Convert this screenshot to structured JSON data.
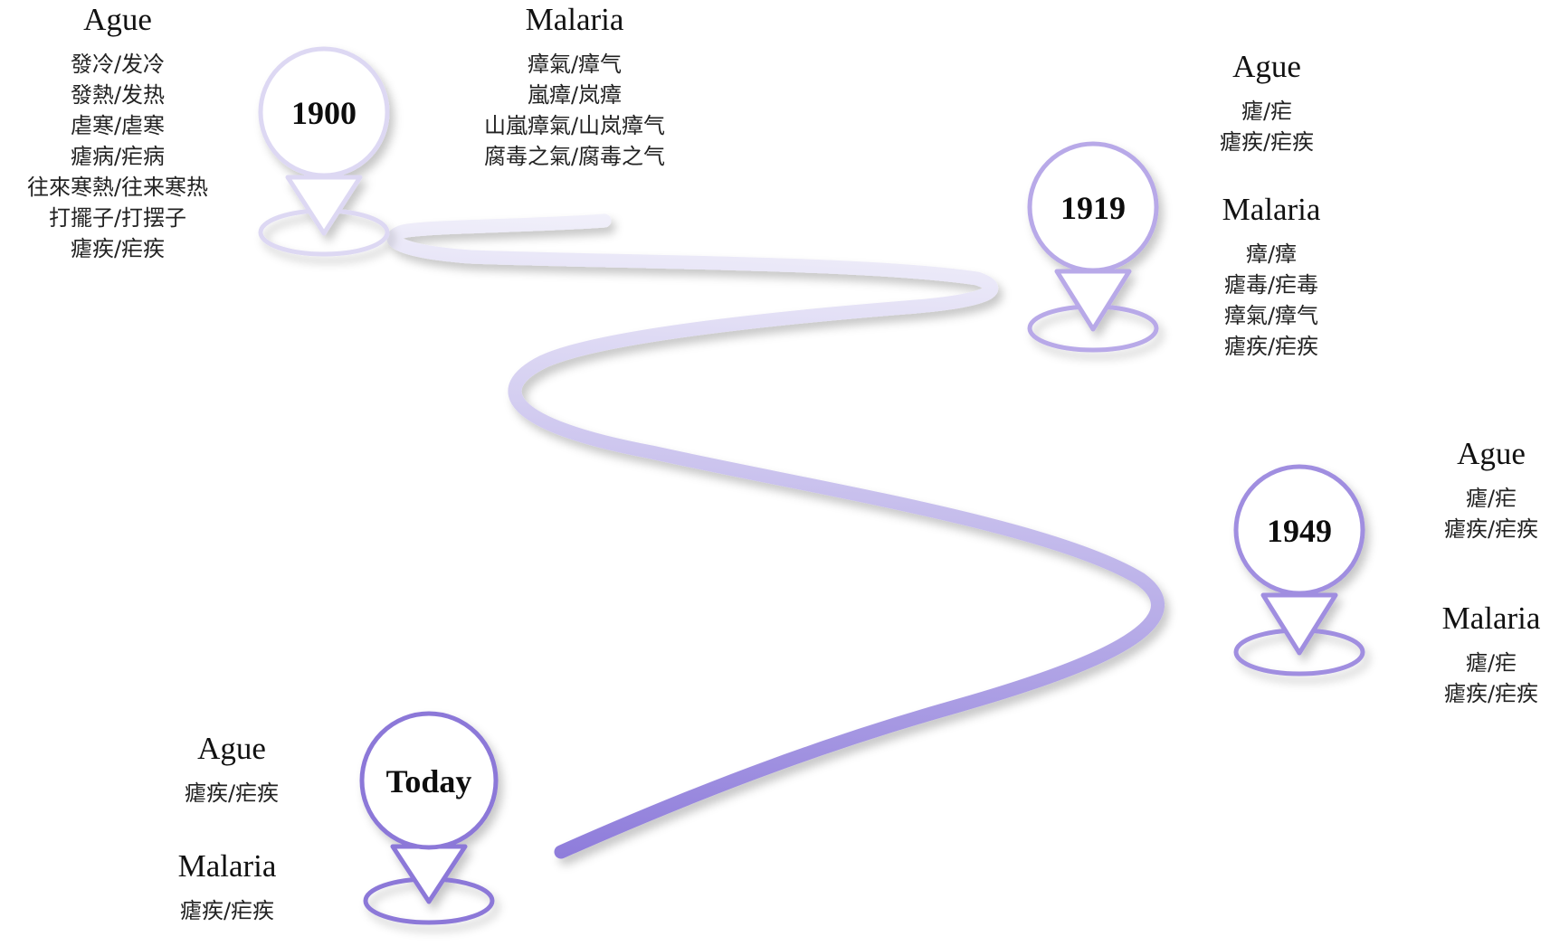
{
  "colors": {
    "path_start": "#f1f0fa",
    "path_end": "#8f7ddb",
    "marker_1900": "#ddd8f3",
    "marker_1919": "#b8a9e8",
    "marker_1949": "#a08ee0",
    "marker_today": "#8c78d8"
  },
  "markers": [
    {
      "key": "m1900",
      "label": "1900",
      "icon": "map-pin-icon"
    },
    {
      "key": "m1919",
      "label": "1919",
      "icon": "map-pin-icon"
    },
    {
      "key": "m1949",
      "label": "1949",
      "icon": "map-pin-icon"
    },
    {
      "key": "today",
      "label": "Today",
      "icon": "map-pin-icon"
    }
  ],
  "groups": {
    "g1900_ague": {
      "title": "Ague",
      "terms": [
        "發冷/发冷",
        "發熱/发热",
        "虐寒/虐寒",
        "瘧病/疟病",
        "往來寒熱/往来寒热",
        "打擺子/打摆子",
        "瘧疾/疟疾"
      ]
    },
    "g1900_malaria": {
      "title": "Malaria",
      "terms": [
        "瘴氣/瘴气",
        "嵐瘴/岚瘴",
        "山嵐瘴氣/山岚瘴气",
        "腐毒之氣/腐毒之气"
      ]
    },
    "g1919_ague": {
      "title": "Ague",
      "terms": [
        "瘧/疟",
        "瘧疾/疟疾"
      ]
    },
    "g1919_malaria": {
      "title": "Malaria",
      "terms": [
        "瘴/瘴",
        "瘧毒/疟毒",
        "瘴氣/瘴气",
        "瘧疾/疟疾"
      ]
    },
    "g1949_ague": {
      "title": "Ague",
      "terms": [
        "瘧/疟",
        "瘧疾/疟疾"
      ]
    },
    "g1949_malaria": {
      "title": "Malaria",
      "terms": [
        "瘧/疟",
        "瘧疾/疟疾"
      ]
    },
    "today_ague": {
      "title": "Ague",
      "terms": [
        "瘧疾/疟疾"
      ]
    },
    "today_malaria": {
      "title": "Malaria",
      "terms": [
        "瘧疾/疟疾"
      ]
    }
  }
}
